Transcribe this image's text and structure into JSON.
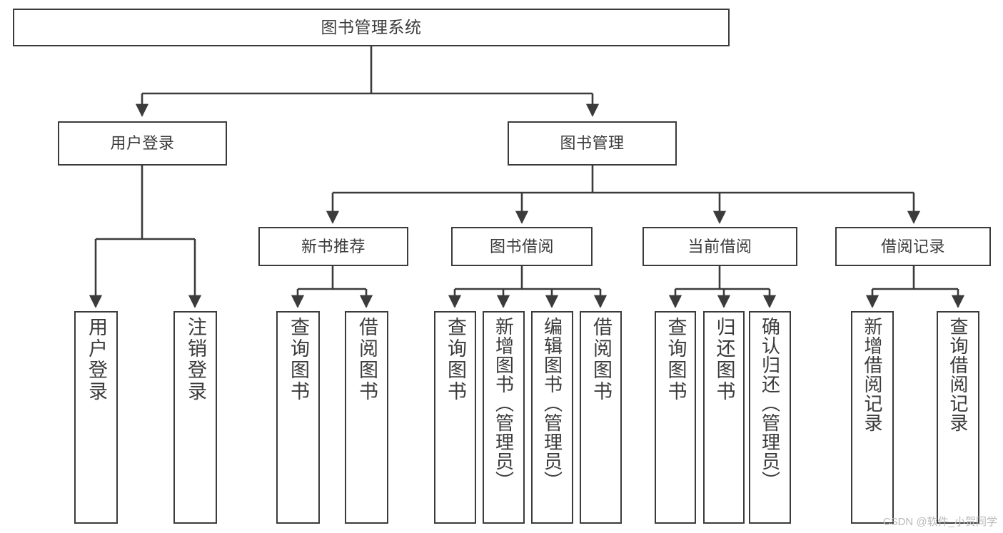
{
  "diagram": {
    "type": "tree-hierarchy-chart",
    "title": "图书管理系统",
    "colors": {
      "stroke": "#3b3b3b",
      "fill": "#ffffff",
      "text": "#3b3b3b",
      "watermark": "#b9b9b9"
    },
    "levels": {
      "root": {
        "label": "图书管理系统"
      },
      "level2": [
        {
          "id": "user-login",
          "label": "用户登录"
        },
        {
          "id": "book-manage",
          "label": "图书管理"
        }
      ],
      "level3": [
        {
          "id": "new-book-recommend",
          "label": "新书推荐",
          "parent": "book-manage"
        },
        {
          "id": "book-borrow",
          "label": "图书借阅",
          "parent": "book-manage"
        },
        {
          "id": "current-borrow",
          "label": "当前借阅",
          "parent": "book-manage"
        },
        {
          "id": "borrow-record",
          "label": "借阅记录",
          "parent": "book-manage"
        }
      ],
      "leaves": [
        {
          "id": "leaf-user-login",
          "label": "用户登录",
          "parent": "user-login"
        },
        {
          "id": "leaf-logout-login",
          "label": "注销登录",
          "parent": "user-login"
        },
        {
          "id": "leaf-query-book-1",
          "label": "查询图书",
          "parent": "new-book-recommend"
        },
        {
          "id": "leaf-borrow-book-1",
          "label": "借阅图书",
          "parent": "new-book-recommend"
        },
        {
          "id": "leaf-query-book-2",
          "label": "查询图书",
          "parent": "book-borrow"
        },
        {
          "id": "leaf-add-book",
          "label": "新增图书（管理员）",
          "parent": "book-borrow"
        },
        {
          "id": "leaf-edit-book",
          "label": "编辑图书（管理员）",
          "parent": "book-borrow"
        },
        {
          "id": "leaf-borrow-book-2",
          "label": "借阅图书",
          "parent": "book-borrow"
        },
        {
          "id": "leaf-query-book-3",
          "label": "查询图书",
          "parent": "current-borrow"
        },
        {
          "id": "leaf-return-book",
          "label": "归还图书",
          "parent": "current-borrow"
        },
        {
          "id": "leaf-confirm-return",
          "label": "确认归还（管理员）",
          "parent": "current-borrow"
        },
        {
          "id": "leaf-add-record",
          "label": "新增借阅记录",
          "parent": "borrow-record"
        },
        {
          "id": "leaf-query-record",
          "label": "查询借阅记录",
          "parent": "borrow-record"
        }
      ]
    },
    "watermark": "CSDN @软件_小贺同学"
  }
}
